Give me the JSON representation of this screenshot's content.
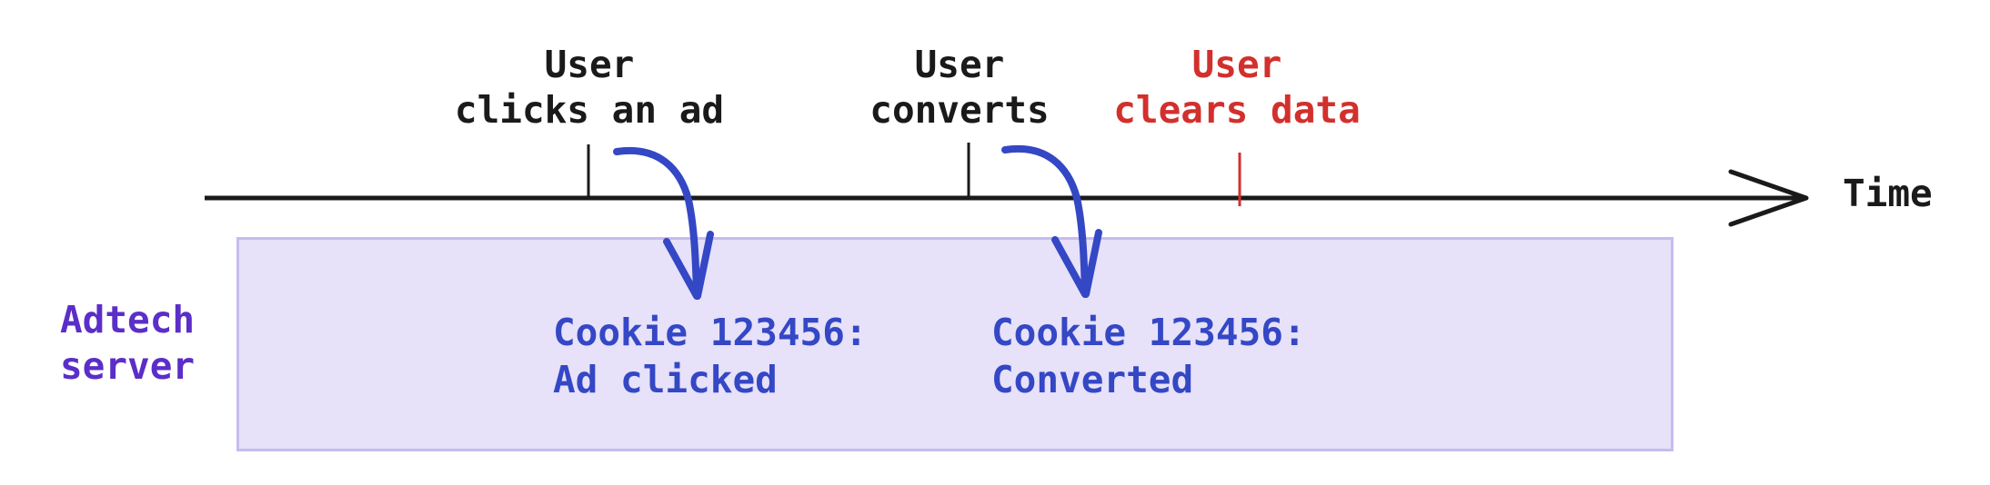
{
  "colors": {
    "black": "#1a1a1a",
    "red": "#d2302d",
    "blue": "#3447c5",
    "purple": "#5b2ec8",
    "box_fill": "#e7e1f9",
    "box_border": "#c7bbef"
  },
  "timeline": {
    "axis_label": "Time",
    "events": [
      {
        "line1": "User",
        "line2": "clicks an ad"
      },
      {
        "line1": "User",
        "line2": "converts"
      },
      {
        "line1": "User",
        "line2": "clears data"
      }
    ]
  },
  "server": {
    "label_line1": "Adtech",
    "label_line2": "server",
    "records": [
      {
        "line1": "Cookie 123456:",
        "line2": "Ad clicked"
      },
      {
        "line1": "Cookie 123456:",
        "line2": "Converted"
      }
    ]
  }
}
